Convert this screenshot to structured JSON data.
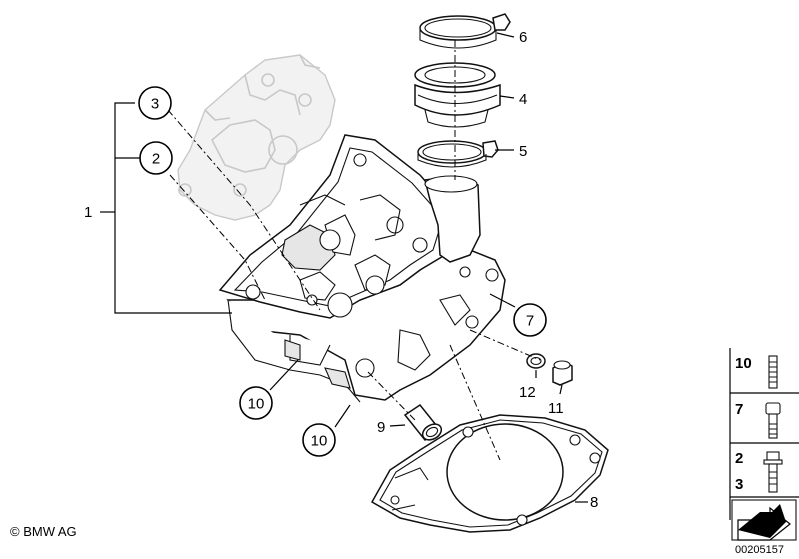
{
  "diagram": {
    "callouts": [
      {
        "id": "c3",
        "label": "3"
      },
      {
        "id": "c2",
        "label": "2"
      },
      {
        "id": "c7",
        "label": "7"
      },
      {
        "id": "c10a",
        "label": "10"
      },
      {
        "id": "c10b",
        "label": "10"
      }
    ],
    "plain_labels": [
      {
        "id": "p1",
        "label": "1"
      },
      {
        "id": "p6",
        "label": "6"
      },
      {
        "id": "p4",
        "label": "4"
      },
      {
        "id": "p5",
        "label": "5"
      },
      {
        "id": "p12",
        "label": "12"
      },
      {
        "id": "p11",
        "label": "11"
      },
      {
        "id": "p9",
        "label": "9"
      },
      {
        "id": "p8",
        "label": "8"
      }
    ],
    "legend": {
      "items": [
        {
          "label": "10"
        },
        {
          "label": "7"
        },
        {
          "label": "2"
        },
        {
          "label": "3"
        }
      ]
    },
    "copyright": "© BMW AG",
    "doc_number": "00205157"
  }
}
